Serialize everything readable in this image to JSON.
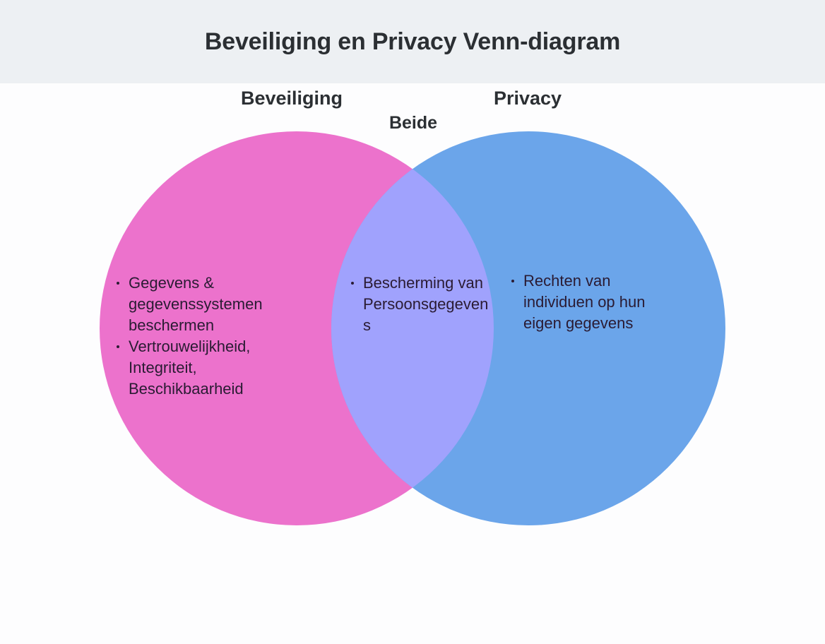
{
  "header": {
    "title": "Beveiliging en Privacy Venn-diagram",
    "background_color": "#EDF0F3",
    "title_color": "#2B2F33"
  },
  "diagram": {
    "type": "venn",
    "background_color": "#FDFDFE",
    "sets": [
      {
        "id": "beveiliging",
        "label": "Beveiliging",
        "color": "#EC72CC",
        "items": [
          "Gegevens & gegevenssystemen beschermen",
          "Vertrouwelijkheid, Integriteit, Beschikbaarheid"
        ]
      },
      {
        "id": "privacy",
        "label": "Privacy",
        "color": "#6BA5EA",
        "items": [
          "Rechten van individuen op hun eigen gegevens"
        ]
      }
    ],
    "intersection": {
      "id": "beide",
      "label": "Beide",
      "color": "#A0A2FD",
      "items": [
        "Bescherming van Persoonsgegevens"
      ]
    }
  }
}
